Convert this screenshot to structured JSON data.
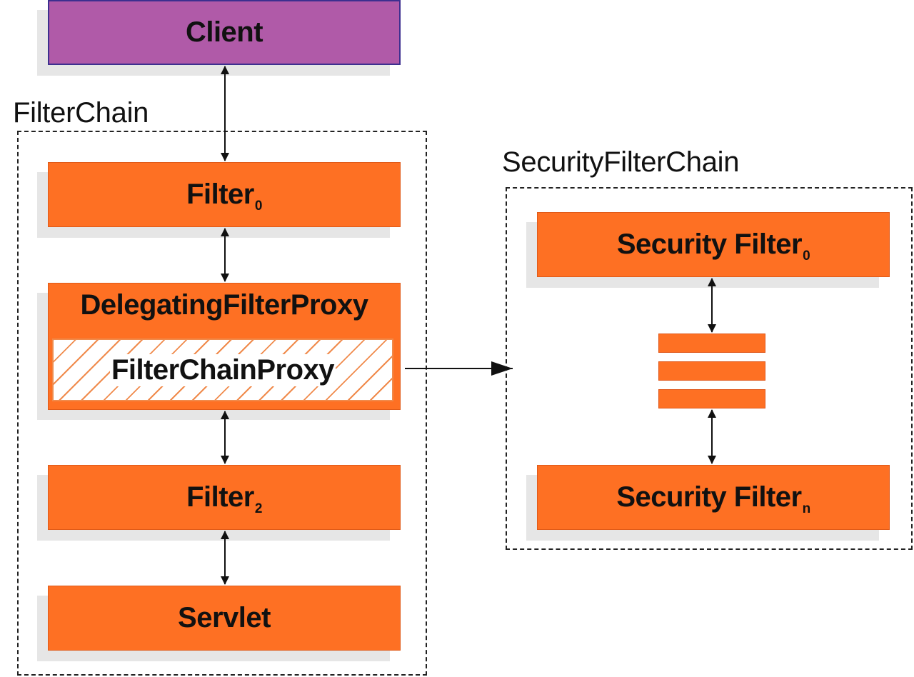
{
  "colors": {
    "client": "#b05aa8",
    "client_border": "#3d2f8f",
    "filter": "#fe7023",
    "filter_border": "#e05a18",
    "hatch": "#f08a4b",
    "shadow": "#e6e6e6",
    "line": "#111111"
  },
  "client": {
    "label": "Client"
  },
  "filter_chain": {
    "label": "FilterChain",
    "filter0": {
      "label": "Filter",
      "sub": "0"
    },
    "delegating": {
      "label": "DelegatingFilterProxy"
    },
    "filter_chain_proxy": {
      "label": "FilterChainProxy"
    },
    "filter2": {
      "label": "Filter",
      "sub": "2"
    },
    "servlet": {
      "label": "Servlet"
    }
  },
  "security_filter_chain": {
    "label": "SecurityFilterChain",
    "security_filter0": {
      "label": "Security Filter",
      "sub": "0"
    },
    "security_filtern": {
      "label": "Security Filter",
      "sub": "n"
    }
  }
}
